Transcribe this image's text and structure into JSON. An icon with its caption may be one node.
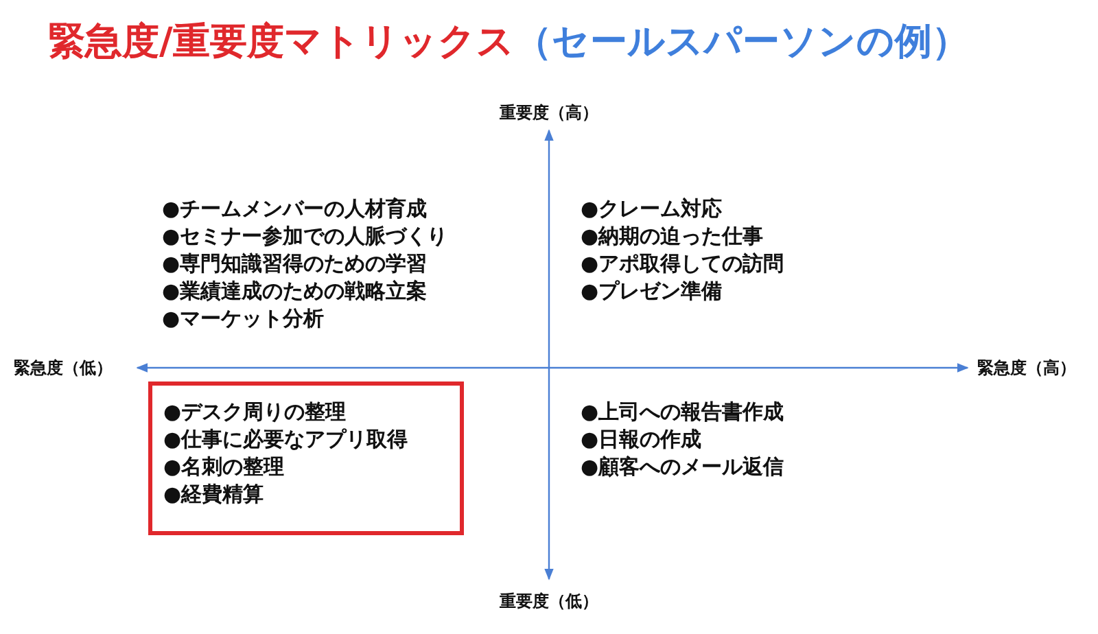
{
  "diagram": {
    "title": "緊急度/重要度マトリックス",
    "nodes": [
      {
        "text": [
          "●デスク周りの整理",
          "●仕事に必要なアプリ取得",
          "●名刺の整理",
          "●経費精算"
        ]
      }
    ],
    "labels": [
      "（セールスパーソンの例）",
      "重要度（高）",
      "●チームメンバーの人材育成",
      "●セミナー参加での人脈づくり",
      "●専門知識習得のための学習",
      "●業績達成のための戦略立案",
      "●マーケット分析",
      "●クレーム対応",
      "●納期の迫った仕事",
      "●アポ取得しての訪問",
      "●プレゼン準備",
      "緊急度（低）",
      "緊急度（高）",
      "●上司への報告書作成",
      "●日報の作成",
      "●顧客へのメール返信",
      "重要度（低）"
    ]
  }
}
